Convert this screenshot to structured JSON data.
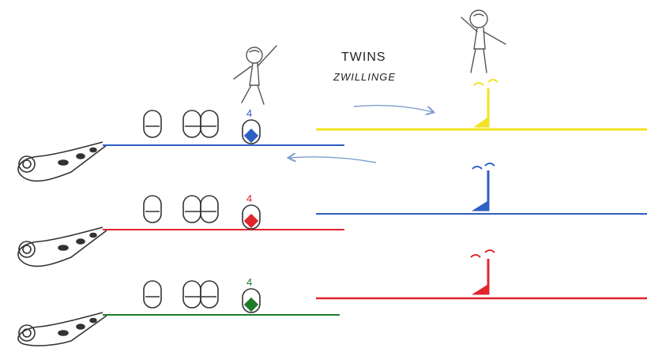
{
  "title": "TWINS",
  "subtitle": "ZWILLINGE",
  "colors": {
    "yellow": "#f2e21f",
    "blue": "#2f5fc4",
    "red": "#e0252b",
    "green": "#1f7a2c",
    "arrow": "#7f9fd0",
    "ink": "#333333"
  },
  "rows": [
    {
      "color": "blue",
      "finger_label": "4",
      "finger_label_color": "blue"
    },
    {
      "color": "red",
      "finger_label": "4",
      "finger_label_color": "red"
    },
    {
      "color": "green",
      "finger_label": "4",
      "finger_label_color": "green"
    }
  ],
  "note_staves": [
    {
      "color": "yellow"
    },
    {
      "color": "blue"
    },
    {
      "color": "red"
    }
  ],
  "figures": [
    {
      "name": "child-left"
    },
    {
      "name": "child-right"
    }
  ]
}
